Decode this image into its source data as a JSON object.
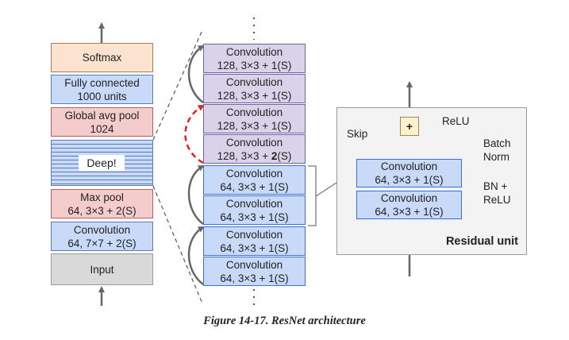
{
  "left_stack": {
    "softmax": "Softmax",
    "fc": [
      "Fully connected",
      "1000 units"
    ],
    "gap": [
      "Global avg pool",
      "1024"
    ],
    "deep": "Deep!",
    "maxpool": [
      "Max pool",
      "64, 3×3 + 2(S)"
    ],
    "conv": [
      "Convolution",
      "64, 7×7 + 2(S)"
    ],
    "input": "Input"
  },
  "middle_stack": {
    "layers": [
      {
        "title": "Convolution",
        "params": "128, 3×3 + 1(S)",
        "stride_prefix": "",
        "stride_bold": "",
        "stride_suffix": ""
      },
      {
        "title": "Convolution",
        "params": "128, 3×3 + 1(S)",
        "stride_prefix": "",
        "stride_bold": "",
        "stride_suffix": ""
      },
      {
        "title": "Convolution",
        "params": "128, 3×3 + 1(S)",
        "stride_prefix": "",
        "stride_bold": "",
        "stride_suffix": ""
      },
      {
        "title": "Convolution",
        "params": "",
        "stride_prefix": "128, 3×3 + ",
        "stride_bold": "2",
        "stride_suffix": "(S)"
      },
      {
        "title": "Convolution",
        "params": "64, 3×3 + 1(S)",
        "stride_prefix": "",
        "stride_bold": "",
        "stride_suffix": ""
      },
      {
        "title": "Convolution",
        "params": "64, 3×3 + 1(S)",
        "stride_prefix": "",
        "stride_bold": "",
        "stride_suffix": ""
      },
      {
        "title": "Convolution",
        "params": "64, 3×3 + 1(S)",
        "stride_prefix": "",
        "stride_bold": "",
        "stride_suffix": ""
      },
      {
        "title": "Convolution",
        "params": "64, 3×3 + 1(S)",
        "stride_prefix": "",
        "stride_bold": "",
        "stride_suffix": ""
      }
    ]
  },
  "residual_unit": {
    "title": "Residual unit",
    "add_symbol": "+",
    "relu": "ReLU",
    "skip": "Skip",
    "batch_norm": [
      "Batch",
      "Norm"
    ],
    "bn_relu": [
      "BN +",
      "ReLU"
    ],
    "conv_top": [
      "Convolution",
      "64, 3×3 + 1(S)"
    ],
    "conv_bottom": [
      "Convolution",
      "64, 3×3 + 1(S)"
    ]
  },
  "caption": "Figure 14-17. ResNet architecture",
  "colors": {
    "softmax": "#fbe3cf",
    "blue_layer": "#c9daf8",
    "red_layer": "#f4cccc",
    "input": "#d9d9d9",
    "conv128": "#d9d2e9",
    "skip_dashed": "#e8201c",
    "arrow": "#666666"
  }
}
